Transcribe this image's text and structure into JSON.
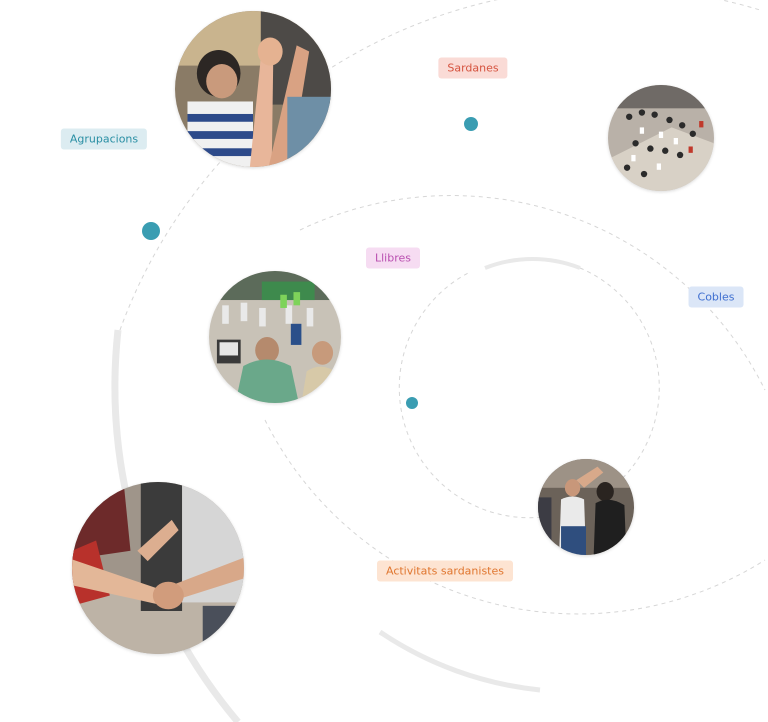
{
  "tags": {
    "sardanes": {
      "label": "Sardanes",
      "bg": "#fadbd6",
      "fg": "#d5533f"
    },
    "agrupacions": {
      "label": "Agrupacions",
      "bg": "#dcecf1",
      "fg": "#2a8fa4"
    },
    "llibres": {
      "label": "Llibres",
      "bg": "#f6dcf2",
      "fg": "#b94fb0"
    },
    "cobles": {
      "label": "Cobles",
      "bg": "#dbe6f7",
      "fg": "#3f6fd0"
    },
    "activitats": {
      "label": "Activitats sardanistes",
      "bg": "#fde4d2",
      "fg": "#e0762f"
    }
  },
  "colors": {
    "node": "#3a9db2",
    "orbit_dash": "#d6d6d6",
    "orbit_arc": "#e9e9e9"
  },
  "photos": [
    {
      "name": "photo-raised-hands"
    },
    {
      "name": "photo-aerial-dancers"
    },
    {
      "name": "photo-plaza-dancers"
    },
    {
      "name": "photo-couple-dancing"
    },
    {
      "name": "photo-holding-hands"
    }
  ]
}
